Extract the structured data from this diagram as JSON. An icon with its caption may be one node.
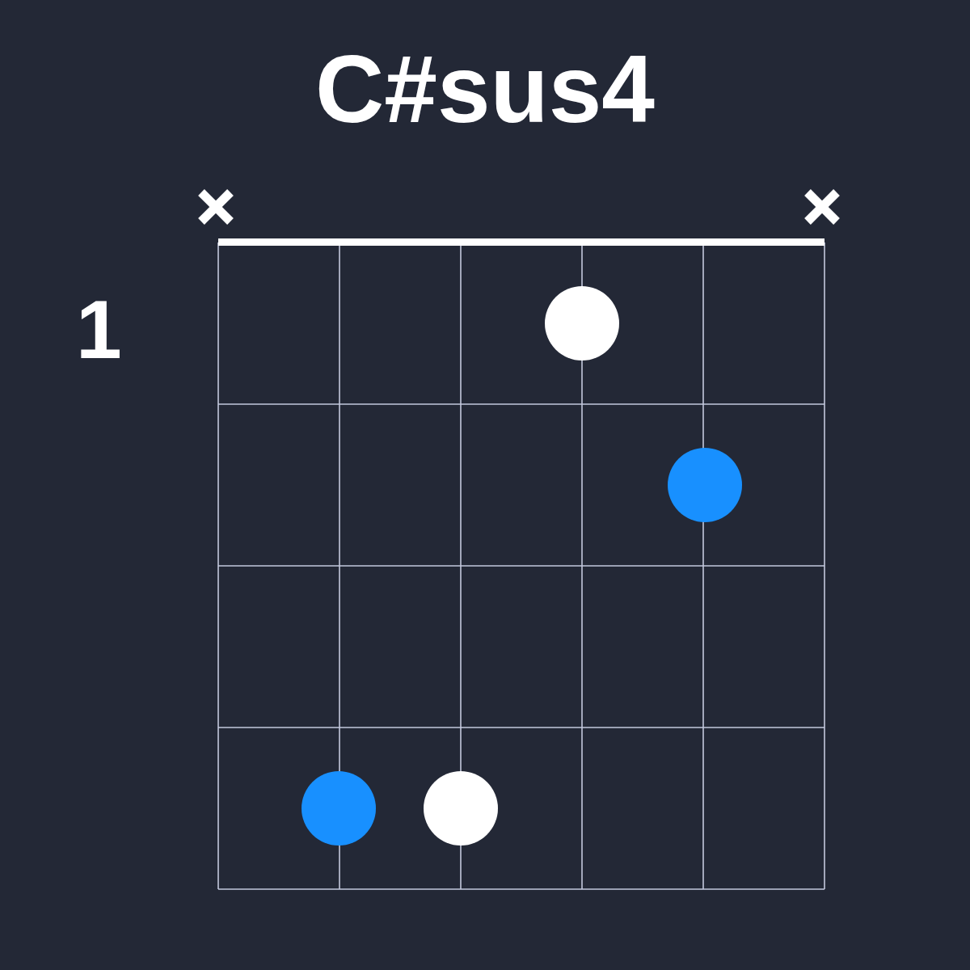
{
  "diagram": {
    "title": "C#sus4",
    "nodes": [
      {
        "text": [],
        "shape": "circle"
      },
      {
        "text": [],
        "shape": "circle"
      },
      {
        "text": [],
        "shape": "circle"
      },
      {
        "text": [],
        "shape": "circle"
      }
    ],
    "labels": [
      "1"
    ]
  }
}
